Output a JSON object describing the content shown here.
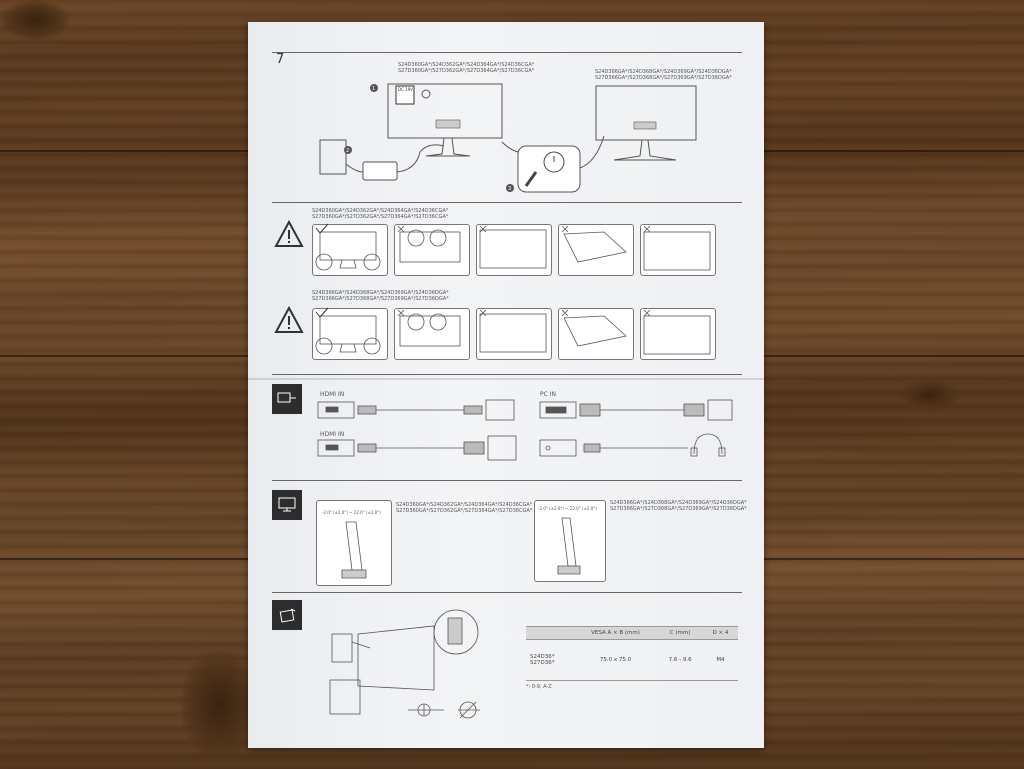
{
  "page_number": "7",
  "section1": {
    "models_left": "S24D360GA*/S24D362GA*/S24D364GA*/S24D36CGA*\nS27D360GA*/S27D362GA*/S27D364GA*/S27D36CGA*",
    "models_right": "S24D366GA*/S24D368GA*/S24D369GA*/S24D36DGA*\nS27D366GA*/S27D368GA*/S27D369GA*/S27D36DGA*",
    "step_1": "1",
    "step_2": "2",
    "step_3": "3",
    "dc_label": "DC 19V"
  },
  "section2": {
    "models": "S24D360GA*/S24D362GA*/S24D364GA*/S24D36CGA*\nS27D360GA*/S27D362GA*/S27D364GA*/S27D36CGA*"
  },
  "section3": {
    "models": "S24D366GA*/S24D368GA*/S24D369GA*/S24D36DGA*\nS27D366GA*/S27D368GA*/S27D369GA*/S27D36DGA*"
  },
  "connections": {
    "hdmi_1": "HDMI IN",
    "hdmi_2": "HDMI IN",
    "pc": "PC IN"
  },
  "tilt": {
    "models_left": "S24D360GA*/S24D362GA*/S24D364GA*/S24D36CGA*\nS27D360GA*/S27D362GA*/S27D364GA*/S27D36CGA*",
    "models_right": "S24D366GA*/S24D368GA*/S24D369GA*/S24D36DGA*\nS27D366GA*/S27D368GA*/S27D369GA*/S27D36DGA*",
    "angle_left": "-2.0° (±2.0°) ~ 22.0° (±2.0°)",
    "angle_right": "-2.0° (±2.0°) ~ 22.0° (±2.0°)"
  },
  "wall_mount": {
    "table_header": [
      "",
      "VESA A × B (mm)",
      "C (mm)",
      "D × 4"
    ],
    "row_models": "S24D36*\nS27D36*",
    "row_vesa": "75.0 x 75.0",
    "row_c": "7.6 - 9.6",
    "row_d": "M4",
    "footnote": "*: 0-9, A-Z"
  }
}
